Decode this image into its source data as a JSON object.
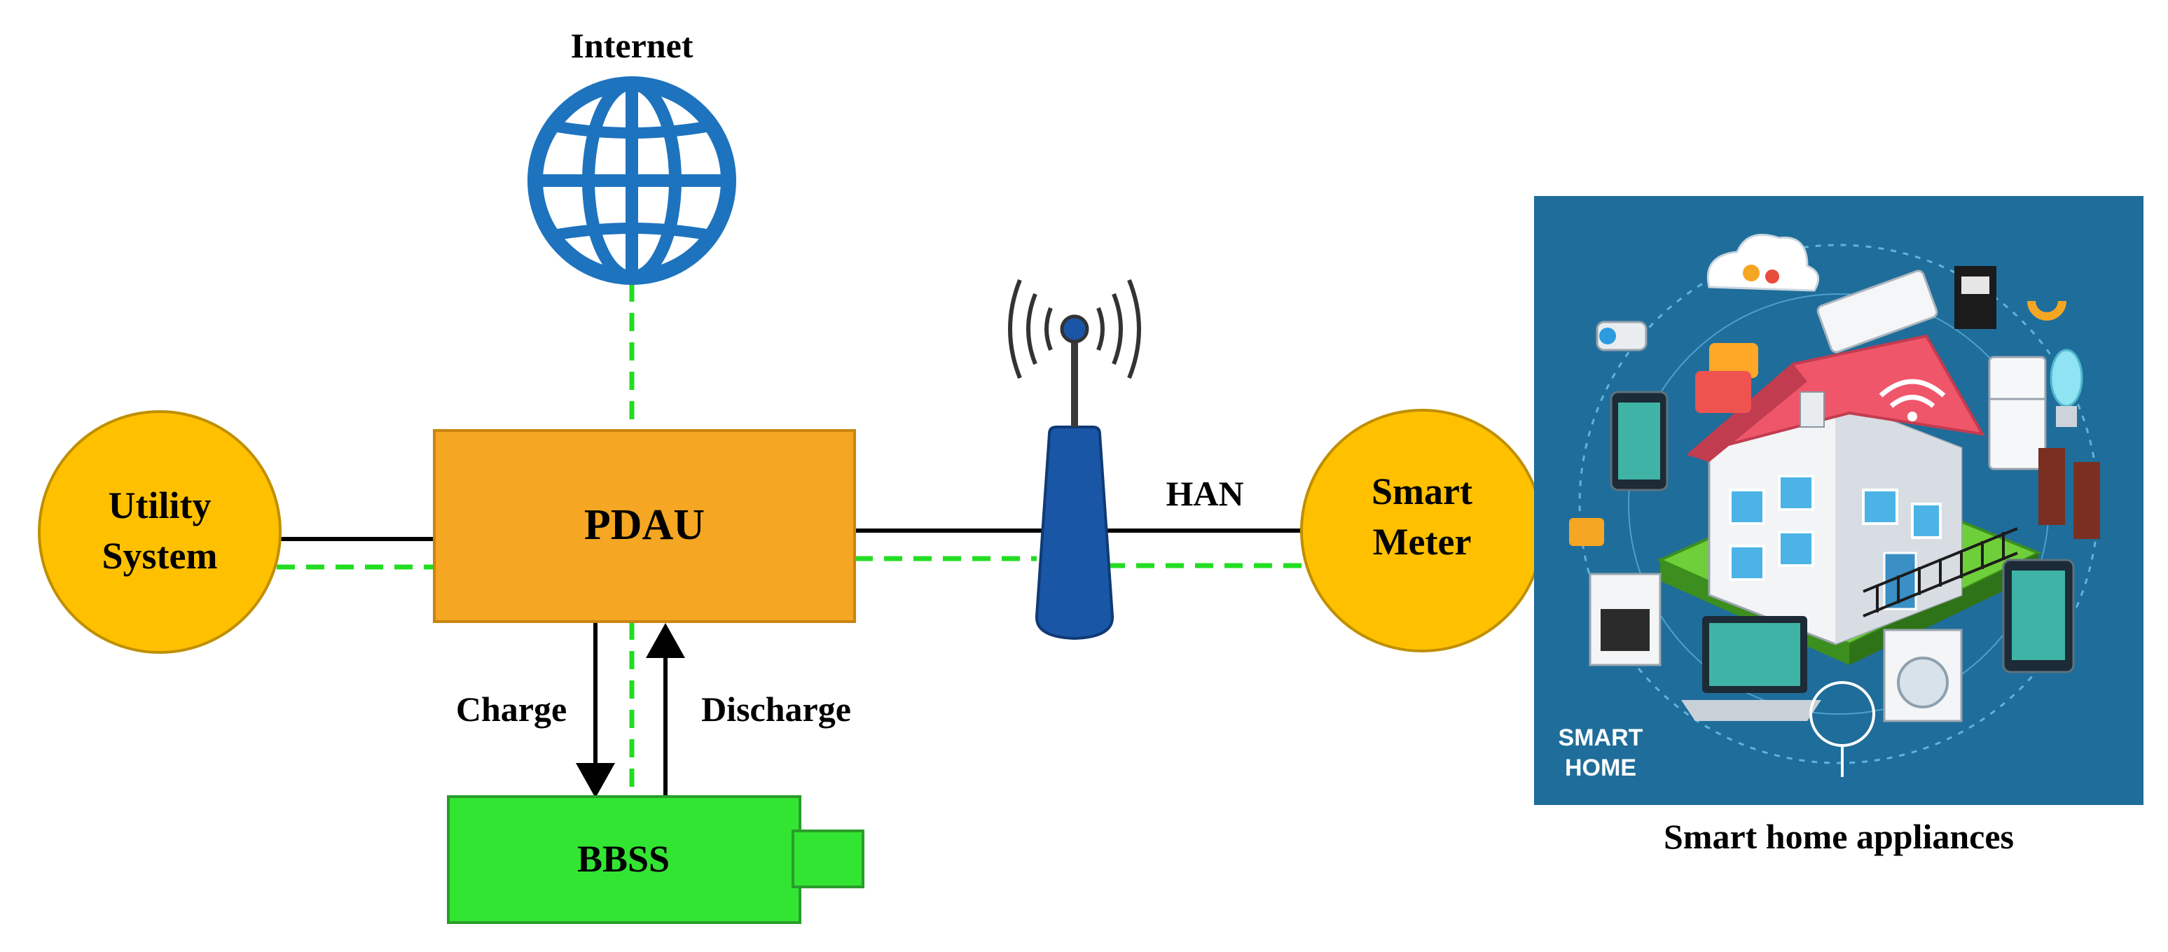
{
  "diagram": {
    "nodes": {
      "internet": {
        "label": "Internet",
        "icon": "globe-icon"
      },
      "utility": {
        "label_line1": "Utility",
        "label_line2": "System"
      },
      "pdau": {
        "label": "PDAU"
      },
      "router": {
        "icon": "wireless-antenna-icon"
      },
      "han": {
        "label": "HAN"
      },
      "meter": {
        "label_line1": "Smart",
        "label_line2": "Meter"
      },
      "bbss": {
        "label": "BBSS"
      },
      "smart_home": {
        "badge_line1": "SMART",
        "badge_line2": "HOME",
        "caption": "Smart home appliances"
      }
    },
    "flows": {
      "charge": "Charge",
      "discharge": "Discharge"
    },
    "colors": {
      "node_fill": "#ffc000",
      "node_stroke": "#bf8f00",
      "pdau_fill": "#f5a623",
      "bbss_fill": "#33e533",
      "bbss_stroke": "#2a9d2a",
      "globe": "#1e73be",
      "antenna": "#1a56a6",
      "data_link": "#22dd22",
      "power_link": "#000000",
      "smart_home_bg": "#1f6d9a"
    }
  }
}
